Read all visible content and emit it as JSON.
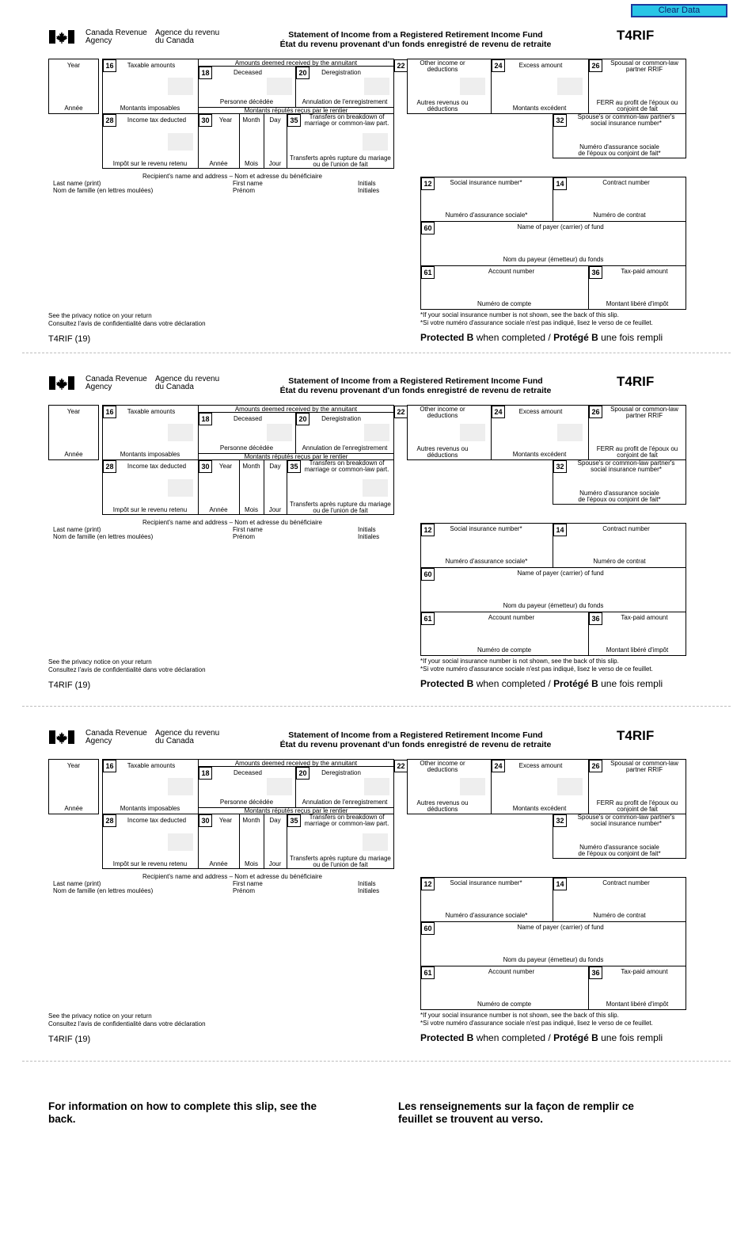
{
  "clear_button": "Clear Data",
  "slip": {
    "agency_en": [
      "Canada Revenue",
      "Agency"
    ],
    "agency_fr": [
      "Agence du revenu",
      "du Canada"
    ],
    "title_en": "Statement of Income from a Registered Retirement Income Fund",
    "title_fr": "État du revenu provenant d'un fonds enregistré de revenu de retraite",
    "form_code": "T4RIF",
    "year_en": "Year",
    "year_fr": "Année",
    "deemed_en": "Amounts deemed received by the annuitant",
    "deemed_fr": "Montants réputés reçus par le rentier",
    "box16": {
      "num": "16",
      "en": "Taxable amounts",
      "fr": "Montants imposables"
    },
    "box18": {
      "num": "18",
      "en": "Deceased",
      "fr": "Personne décédée"
    },
    "box20": {
      "num": "20",
      "en": "Deregistration",
      "fr": "Annulation de l'enregistrement"
    },
    "box22": {
      "num": "22",
      "en": [
        "Other income or",
        "deductions"
      ],
      "fr": [
        "Autres revenus ou",
        "déductions"
      ]
    },
    "box24": {
      "num": "24",
      "en": "Excess amount",
      "fr": "Montants excédent"
    },
    "box26": {
      "num": "26",
      "en": [
        "Spousal or common-law",
        "partner RRIF"
      ],
      "fr": [
        "FERR au profit de l'époux ou",
        "conjoint de fait"
      ]
    },
    "box28": {
      "num": "28",
      "en": "Income tax deducted",
      "fr": "Impôt sur le revenu retenu"
    },
    "box30": {
      "num": "30",
      "year": "Year",
      "month": "Month",
      "day": "Day",
      "year_fr": "Année",
      "month_fr": "Mois",
      "day_fr": "Jour"
    },
    "box35": {
      "num": "35",
      "en": [
        "Transfers on breakdown of",
        "marriage or common-law part."
      ],
      "fr": [
        "Transferts après rupture du mariage",
        "ou de l'union de fait"
      ]
    },
    "box32": {
      "num": "32",
      "en": [
        "Spouse's or common-law partner's",
        "social insurance number*"
      ],
      "fr": [
        "Numéro d'assurance sociale",
        "de l'époux ou conjoint de fait*"
      ]
    },
    "recipient_title": "Recipient's name and address – Nom et adresse du bénéficiaire",
    "last_name_en": "Last name (print)",
    "last_name_fr": "Nom de famille (en lettres moulées)",
    "first_name_en": "First name",
    "first_name_fr": "Prénom",
    "initials_en": "Initials",
    "initials_fr": "Initiales",
    "box12": {
      "num": "12",
      "en": "Social insurance number*",
      "fr": "Numéro d'assurance sociale*"
    },
    "box14": {
      "num": "14",
      "en": "Contract number",
      "fr": "Numéro de contrat"
    },
    "box60": {
      "num": "60",
      "en": "Name of payer (carrier) of fund",
      "fr": "Nom du payeur (émetteur) du fonds"
    },
    "box61": {
      "num": "61",
      "en": "Account number",
      "fr": "Numéro de compte"
    },
    "box36": {
      "num": "36",
      "en": "Tax-paid amount",
      "fr": "Montant libéré d'impôt"
    },
    "privacy_en": "See the privacy notice on your return",
    "privacy_fr": "Consultez l'avis de confidentialité dans votre déclaration",
    "sin_note_en": "*If your social insurance number is not shown, see the back of this slip.",
    "sin_note_fr": "*Si votre numéro d'assurance sociale n'est pas indiqué, lisez le verso de ce feuillet.",
    "form_footer": "T4RIF (19)",
    "protected_b1": "Protected B",
    "protected_mid": " when completed / ",
    "protected_b2": "Protégé B",
    "protected_end": " une fois rempli"
  },
  "footer": {
    "en": "For information on how to complete this slip, see the back.",
    "fr": "Les renseignements sur la façon de remplir ce feuillet se trouvent au verso."
  }
}
